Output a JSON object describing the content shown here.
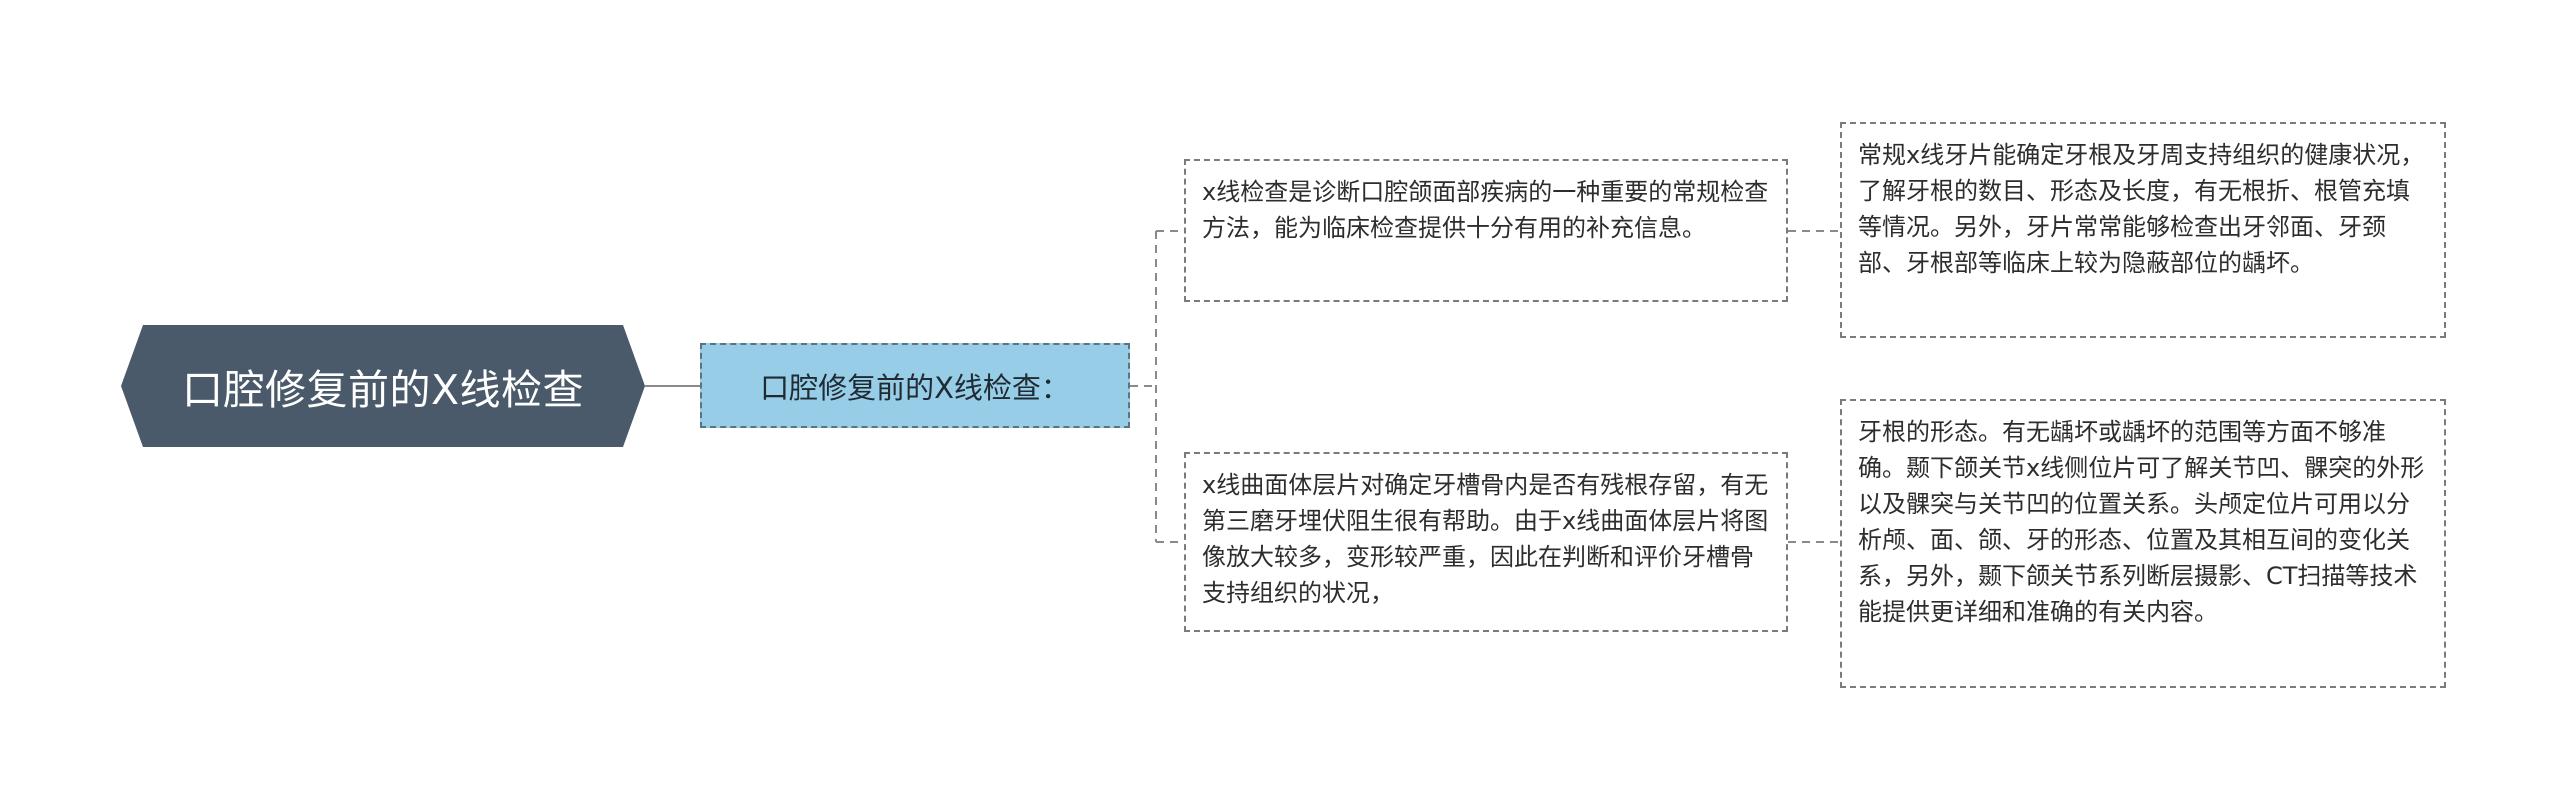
{
  "root": {
    "title": "口腔修复前的X线检查"
  },
  "sub": {
    "title": "口腔修复前的X线检查："
  },
  "branches": [
    {
      "text": "x线检查是诊断口腔颌面部疾病的一种重要的常规检查方法，能为临床检查提供十分有用的补充信息。",
      "child": "常规x线牙片能确定牙根及牙周支持组织的健康状况，了解牙根的数目、形态及长度，有无根折、根管充填等情况。另外，牙片常常能够检查出牙邻面、牙颈部、牙根部等临床上较为隐蔽部位的龋坏。"
    },
    {
      "text": "x线曲面体层片对确定牙槽骨内是否有残根存留，有无第三磨牙埋伏阻生很有帮助。由于x线曲面体层片将图像放大较多，变形较严重，因此在判断和评价牙槽骨支持组织的状况，",
      "child": "牙根的形态。有无龋坏或龋坏的范围等方面不够准确。颞下颌关节x线侧位片可了解关节凹、髁突的外形以及髁突与关节凹的位置关系。头颅定位片可用以分析颅、面、颌、牙的形态、位置及其相互间的变化关系，另外，颞下颌关节系列断层摄影、CT扫描等技术能提供更详细和准确的有关内容。"
    }
  ],
  "colors": {
    "root_fill": "#4a5a6a",
    "sub_fill": "#97cde6",
    "connector": "#8a8a8a"
  }
}
